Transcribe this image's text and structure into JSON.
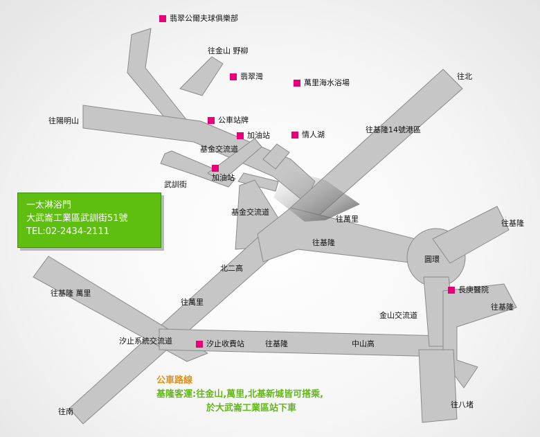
{
  "colors": {
    "road": "#c6c6c6",
    "marker": "#e8007a",
    "infobox": "#5fbf10",
    "bus_title": "#e8900a",
    "bus_text": "#62b81a"
  },
  "icons": {
    "poi_marker": "magenta-square"
  },
  "poi": {
    "golf_club": "翡翠公爾夫球俱樂部",
    "feicui_bay": "翡翠灣",
    "wanli_beach": "萬里海水浴場",
    "bus_stop": "公車站牌",
    "gas_station_1": "加油站",
    "lovers_lake": "情人湖",
    "gas_station_2": "加油站",
    "changgeng_hospital": "長庚醫院",
    "xizhi_toll": "汐止收費站"
  },
  "labels": {
    "to_jinshan_yeliu": "往金山  野柳",
    "to_taipei_north": "往北",
    "to_yangmingshan": "往陽明山",
    "to_keelung_14_harbor": "往基隆14號港區",
    "jijin_interchange_1": "基金交流道",
    "wuxun_street": "武訓街",
    "jijin_interchange_2": "基金交流道",
    "to_wanli_1": "往萬里",
    "to_keelung_1": "往基隆",
    "to_keelung_right": "往基隆",
    "roundabout": "圓環",
    "north_2nd_highway": "北二高",
    "to_keelung_wanli": "往基隆  萬里",
    "to_wanli_2": "往萬里",
    "to_keelung_far_right": "往基隆",
    "jinshan_interchange": "金山交流道",
    "xizhi_interchange": "汐止系統交流道",
    "to_keelung_2": "往基隆",
    "zhongshan_highway": "中山高",
    "to_south": "往南",
    "to_badu": "往八堵"
  },
  "infobox": {
    "name": "一太淋浴門",
    "address": "大武崙工業區武訓街51號",
    "tel": "TEL:02-2434-2111"
  },
  "bus": {
    "title": "公車路線",
    "line1": "基隆客運:往金山,萬里,北基新城皆可搭乘,",
    "line2": "於大武崙工業區站下車"
  }
}
